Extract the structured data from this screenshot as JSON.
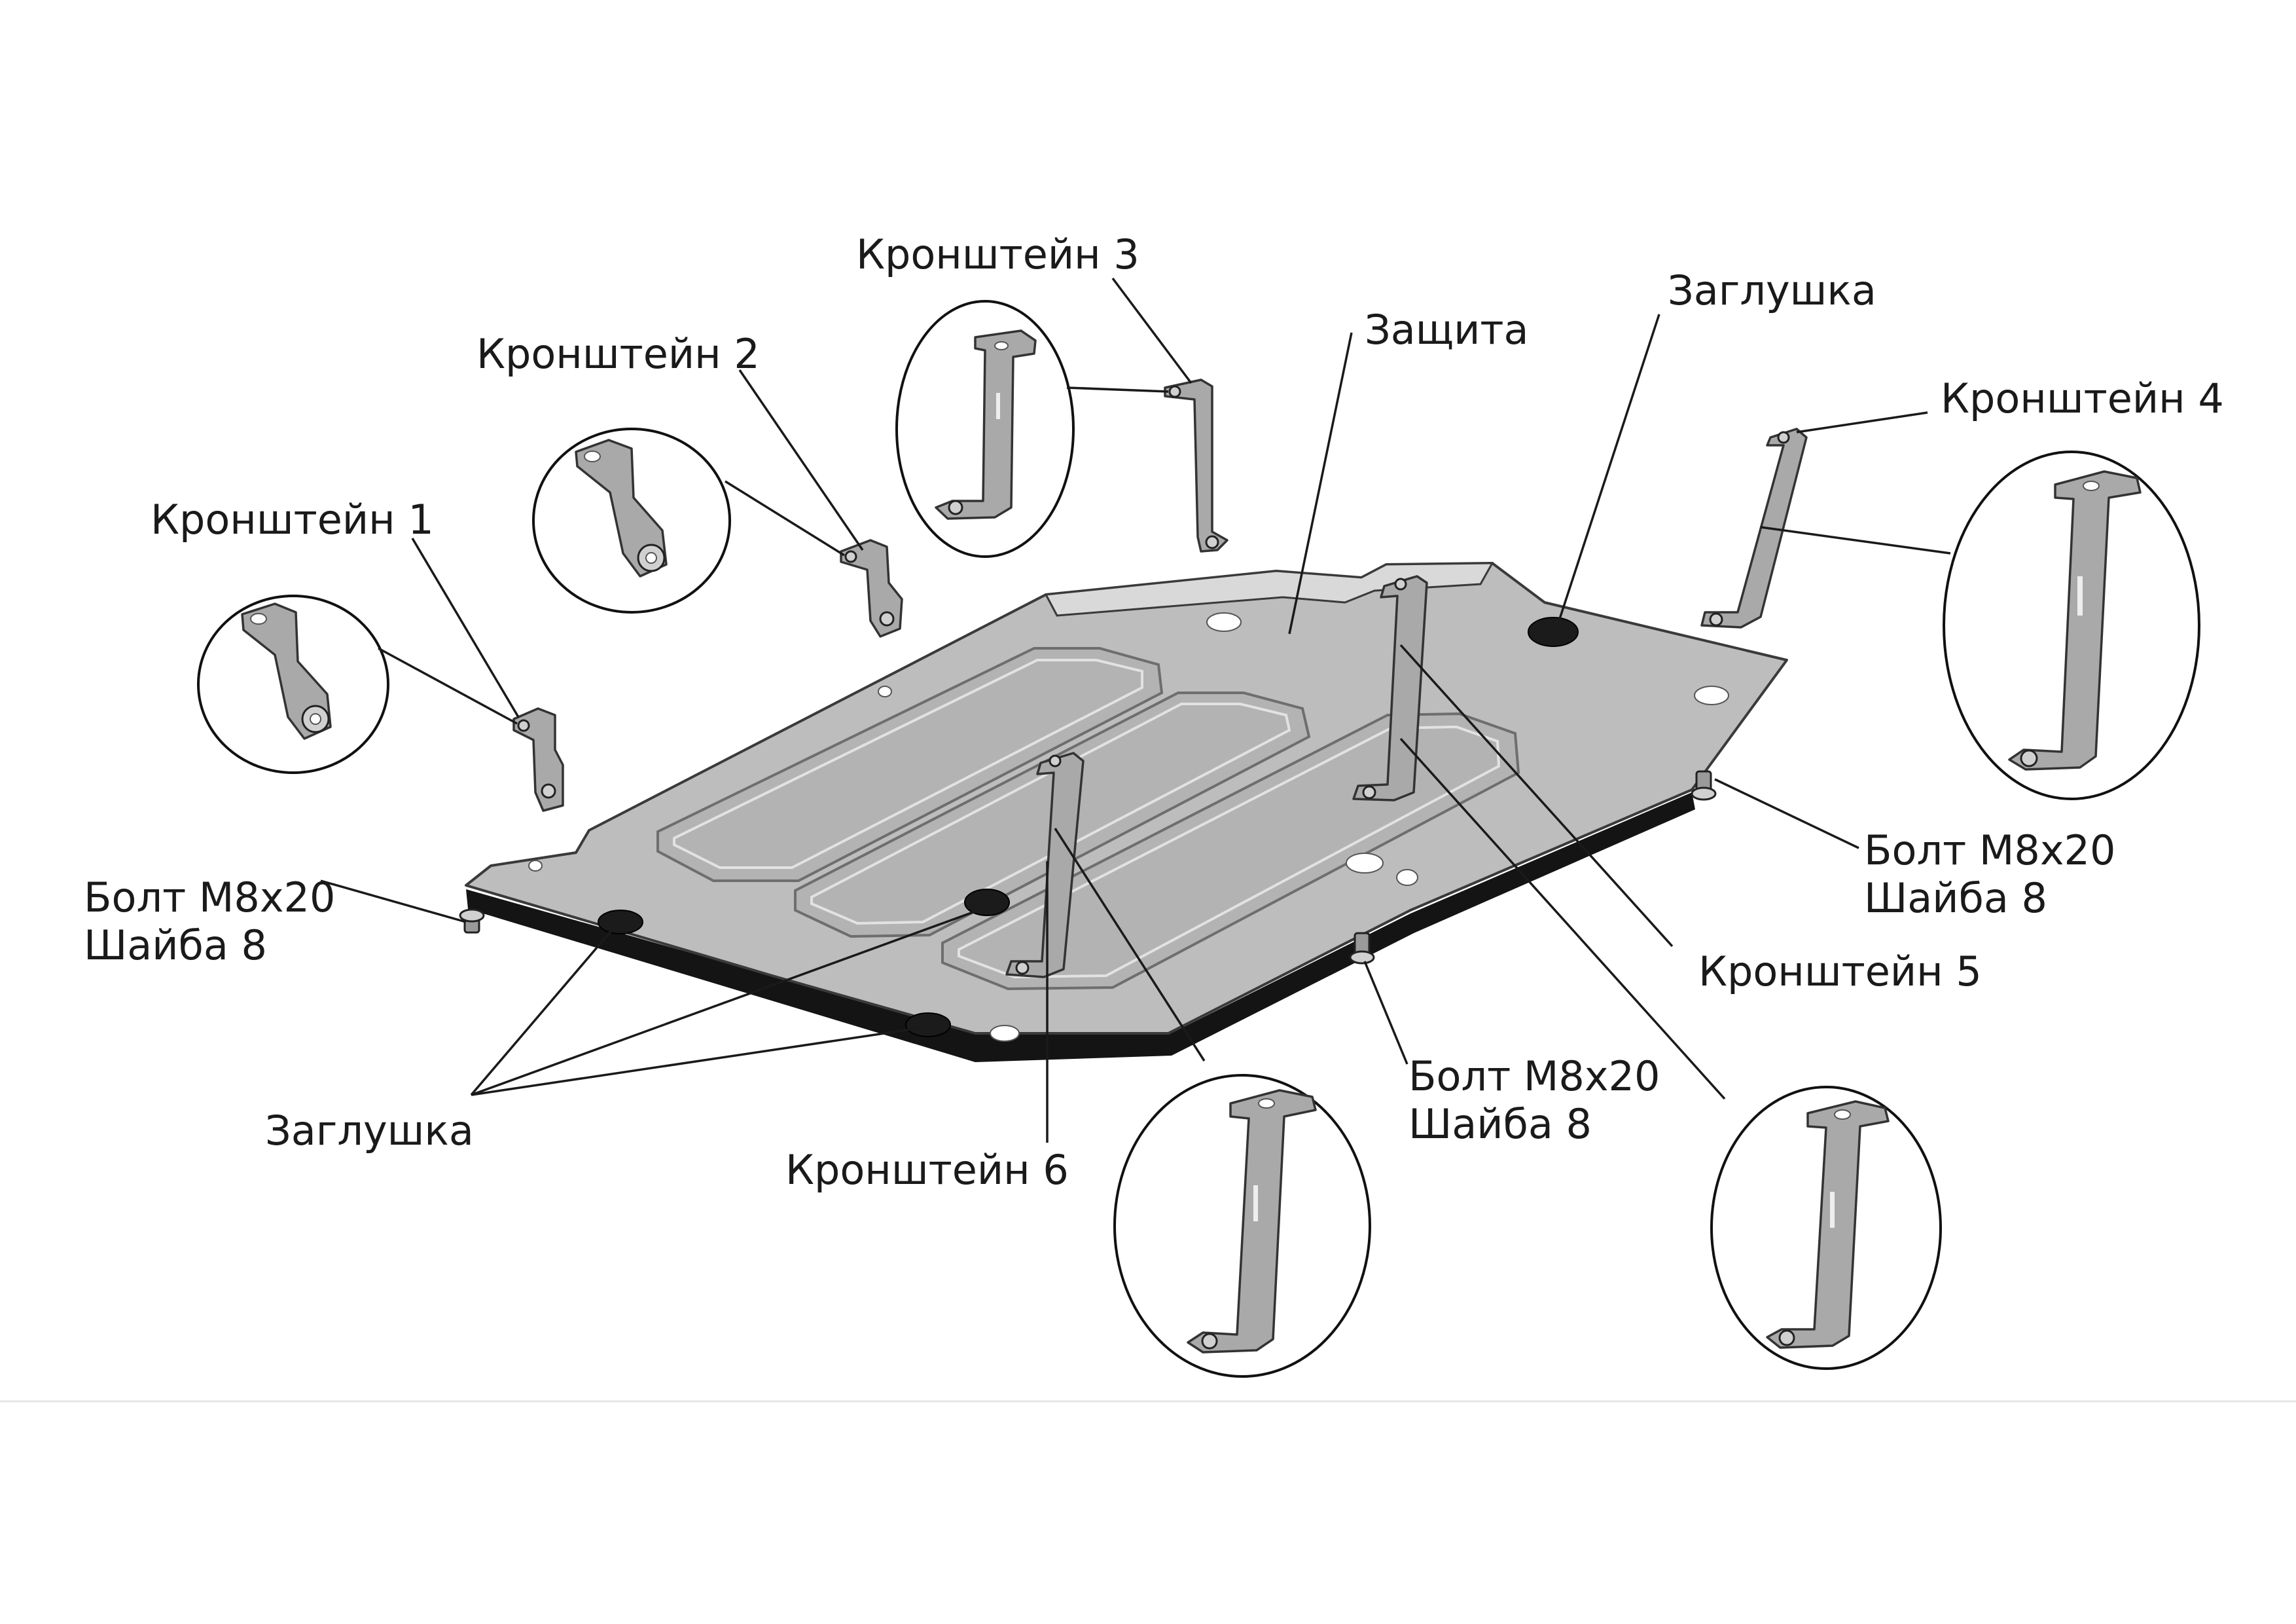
{
  "labels": {
    "bracket_1": "Кронштейн 1",
    "bracket_2": "Кронштейн 2",
    "bracket_3": "Кронштейн 3",
    "bracket_4": "Кронштейн 4",
    "bracket_5": "Кронштейн 5",
    "bracket_6": "Кронштейн 6",
    "shield": "Защита",
    "plug_top": "Заглушка",
    "plug_bottom": "Заглушка",
    "bolt_left_line1": "Болт М8х20",
    "bolt_left_line2": "Шайба 8",
    "bolt_right_line1": "Болт М8х20",
    "bolt_right_line2": "Шайба 8",
    "bolt_center_line1": "Болт М8х20",
    "bolt_center_line2": "Шайба 8"
  },
  "colors": {
    "plate": "#bdbdbd",
    "plate_edge": "#141414",
    "bracket": "#a9a9a9",
    "plug": "#1b1b1b",
    "text": "#1a1a1a"
  }
}
